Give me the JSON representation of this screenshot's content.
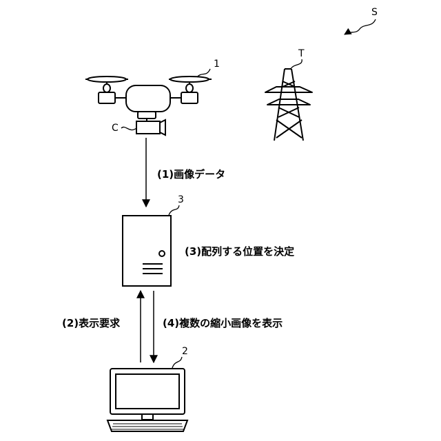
{
  "system_label": "S",
  "tower_label": "T",
  "camera_label": "C",
  "drone_ref": "1",
  "terminal_ref": "2",
  "server_ref": "3",
  "steps": {
    "step1": "(1)画像データ",
    "step2": "(2)表示要求",
    "step3": "(3)配列する位置を決定",
    "step4": "(4)複数の縮小画像を表示"
  }
}
